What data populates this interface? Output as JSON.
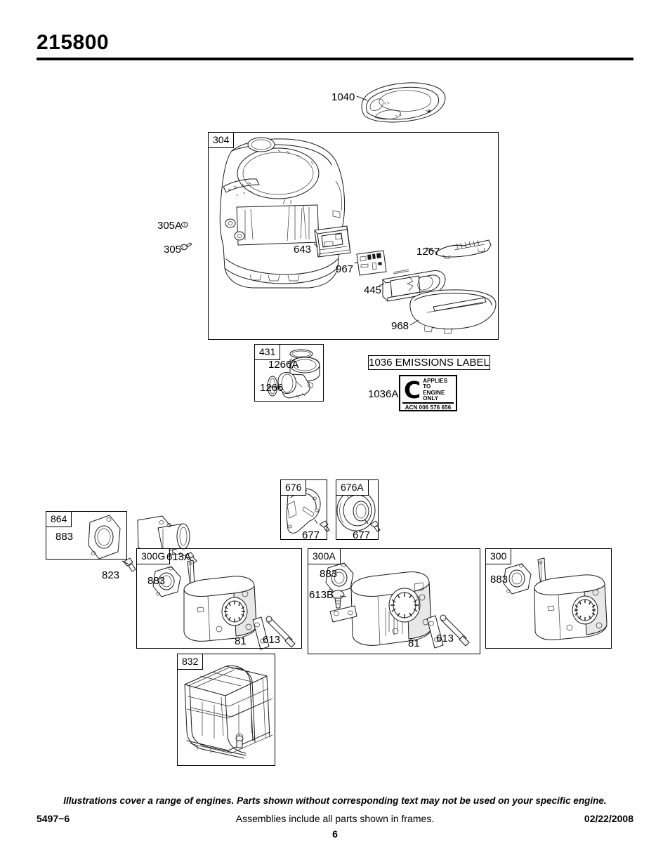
{
  "header": {
    "title": "215800"
  },
  "sections": {
    "blower_housing": {
      "frame_ref": "304",
      "callouts": [
        {
          "id": "1040",
          "label": "1040"
        },
        {
          "id": "305A",
          "label": "305A"
        },
        {
          "id": "305",
          "label": "305"
        },
        {
          "id": "643",
          "label": "643"
        },
        {
          "id": "967",
          "label": "967"
        },
        {
          "id": "445",
          "label": "445"
        },
        {
          "id": "1267",
          "label": "1267"
        },
        {
          "id": "968",
          "label": "968"
        }
      ]
    },
    "carb_adapter": {
      "frame_ref": "431",
      "callouts": [
        {
          "id": "1266A",
          "label": "1266A"
        },
        {
          "id": "1266",
          "label": "1266"
        }
      ]
    },
    "emissions": {
      "box_label": "1036 EMISSIONS LABEL",
      "callout": "1036A",
      "ctick": {
        "letter": "C",
        "line1": "APPLIES",
        "line2": "TO",
        "line3": "ENGINE",
        "line4": "ONLY",
        "acn": "ACN 006 576 656"
      }
    },
    "covers": [
      {
        "frame_ref": "676",
        "callouts": [
          {
            "id": "677",
            "label": "677"
          }
        ]
      },
      {
        "frame_ref": "676A",
        "callouts": [
          {
            "id": "677",
            "label": "677"
          }
        ]
      }
    ],
    "exhaust_flange": {
      "frame_ref": "864",
      "callouts": [
        {
          "id": "883",
          "label": "883"
        }
      ],
      "external": [
        {
          "id": "823",
          "label": "823"
        }
      ]
    },
    "mufflers": [
      {
        "frame_ref": "300G",
        "callouts": [
          {
            "id": "613A",
            "label": "613A"
          },
          {
            "id": "883",
            "label": "883"
          },
          {
            "id": "81",
            "label": "81"
          },
          {
            "id": "613",
            "label": "613"
          }
        ]
      },
      {
        "frame_ref": "300A",
        "callouts": [
          {
            "id": "883",
            "label": "883"
          },
          {
            "id": "613B",
            "label": "613B"
          },
          {
            "id": "81",
            "label": "81"
          },
          {
            "id": "613",
            "label": "613"
          }
        ]
      },
      {
        "frame_ref": "300",
        "callouts": [
          {
            "id": "883",
            "label": "883"
          }
        ]
      }
    ],
    "muffler_guard": {
      "frame_ref": "832",
      "callouts": []
    }
  },
  "footer": {
    "note": "Illustrations cover a range of engines. Parts shown without corresponding text may not be used on your specific engine.",
    "doc_number": "5497−6",
    "center_note": "Assemblies include all parts shown in frames.",
    "date": "02/22/2008",
    "page_number": "6"
  }
}
